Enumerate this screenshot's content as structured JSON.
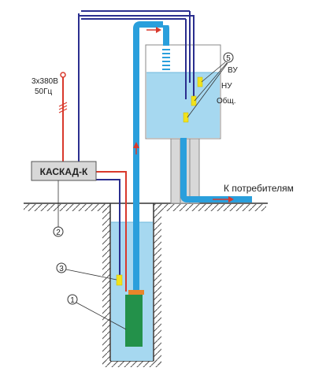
{
  "power": {
    "voltage": "3x380В",
    "frequency": "50Гц"
  },
  "controller": {
    "name": "КАСКАД-К"
  },
  "outlet": {
    "label": "К потребителям"
  },
  "tank_sensors": {
    "upper": "ВУ",
    "lower": "НУ",
    "common": "Общ."
  },
  "callouts": {
    "pump": "1",
    "controller_cable": "2",
    "well_sensor": "3",
    "tank_sensors": "5"
  },
  "colors": {
    "water": "#a6d8f0",
    "pipe": "#2a9fdc",
    "wire_navy": "#2b2f8f",
    "wire_red": "#d9392c",
    "pump_green": "#23914a",
    "sensor_yellow": "#f1e21c",
    "structure_gray": "#d8d8d8"
  }
}
